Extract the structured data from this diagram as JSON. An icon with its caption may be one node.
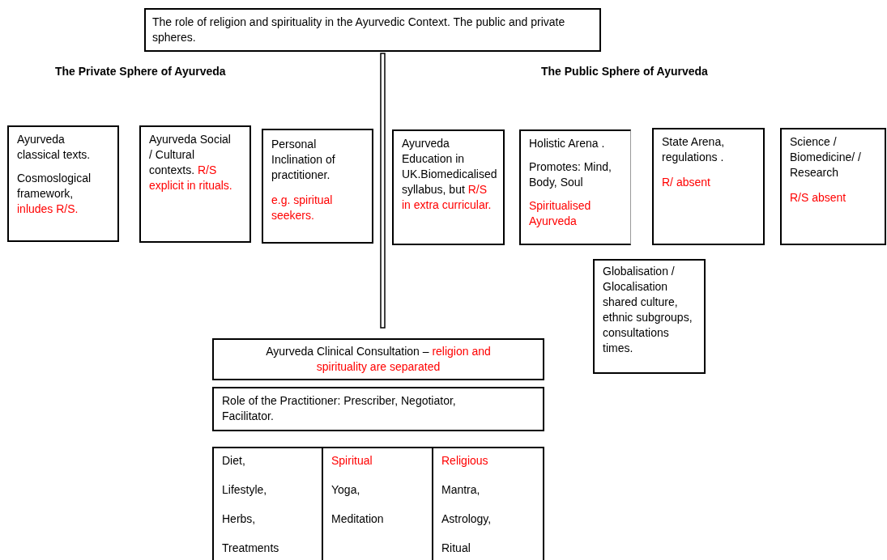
{
  "diagram": {
    "nodes": [
      {
        "text": [
          "The role of religion and spirituality in the Ayurvedic Context. The public and private spheres."
        ]
      },
      {
        "text": [
          "Ayurveda classical texts.",
          "Cosmoslogical framework,",
          "inludes R/S."
        ]
      },
      {
        "text": [
          "Ayurveda Social / Cultural contexts.",
          "R/S explicit in rituals."
        ]
      },
      {
        "text": [
          "Personal Inclination of practitioner.",
          "e.g. spiritual seekers."
        ]
      },
      {
        "text": [
          "Ayurveda Education in UK.Biomedicalised syllabus, but",
          "R/S in extra curricular."
        ]
      },
      {
        "text": [
          "Holistic Arena .",
          "Promotes: Mind, Body, Soul",
          "Spiritualised Ayurveda"
        ]
      },
      {
        "text": [
          "State Arena, regulations .",
          "R/ absent"
        ]
      },
      {
        "text": [
          "Science / Biomedicine/ / Research",
          "R/S absent"
        ]
      },
      {
        "text": [
          "Globalisation / Glocalisation shared culture, ethnic subgroups, consultations times."
        ]
      },
      {
        "text": [
          "Ayurveda Clinical Consultation –",
          "religion and spirituality are separated"
        ]
      },
      {
        "text": [
          "Role of the Practitioner: Prescriber, Negotiator, Facilitator."
        ]
      },
      {
        "text": [
          "Diet,",
          "Lifestyle,",
          "Herbs,",
          "Treatments"
        ]
      },
      {
        "text": [
          "Spiritual",
          "Yoga,",
          "Meditation"
        ]
      },
      {
        "text": [
          "Religious",
          "Mantra,",
          "Astrology,",
          "Ritual"
        ]
      }
    ],
    "edges": [],
    "labels": [
      "The Private Sphere of Ayurveda",
      "The Public Sphere of Ayurveda"
    ]
  }
}
